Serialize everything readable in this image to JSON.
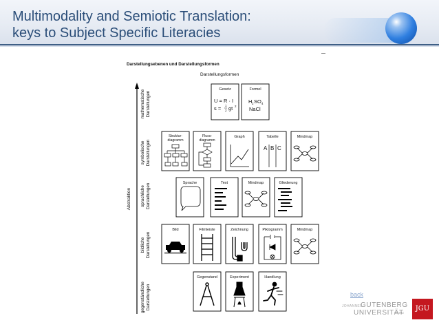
{
  "slide": {
    "title_line1": "Multimodality and Semiotic Translation:",
    "title_line2": "keys to Subject Specific Literacies",
    "back_link": "back"
  },
  "logo": {
    "small_top": "JOHANNES",
    "line1": "GUTENBERG",
    "line2": "UNIVERSITÄT",
    "small_bottom": "MAINZ",
    "badge": "JGU"
  },
  "diagram": {
    "heading": "Darstellungsebenen und Darstellungsformen",
    "subheading": "Darstellungsformen",
    "axis_label": "Abstraktion",
    "levels": {
      "mathematisch": [
        "mathematische",
        "Darstellungen"
      ],
      "symbolisch": [
        "symbolische",
        "Darstellungen"
      ],
      "sprachlich": [
        "sprachliche",
        "Darstellungen"
      ],
      "bildlich": [
        "bildliche",
        "Darstellungen"
      ],
      "gegenstaendlich": [
        "gegenständliche",
        "Darstellungen"
      ]
    },
    "cards": {
      "gesetz": "Gesetz",
      "formel": "Formel",
      "struktur": [
        "Struktur-",
        "diagramm"
      ],
      "fluss": [
        "Fluss-",
        "diagramm"
      ],
      "graph": "Graph",
      "tabelle": "Tabelle",
      "mindmap": "Mindmap",
      "sprache": "Sprache",
      "text": "Text",
      "gliederung": "Gliederung",
      "bild": "Bild",
      "filmleiste": "Filmleiste",
      "zeichnung": "Zeichnung",
      "piktogramm": "Piktogramm",
      "gegenstand": "Gegenstand",
      "experiment": "Experiment",
      "handlung": "Handlung"
    },
    "formulas": {
      "law_1": "U = R · I",
      "law_2a": "s =",
      "law_2b": "gt",
      "frac_num": "1",
      "frac_den": "2",
      "sup_2": "2",
      "chem_1a": "H",
      "chem_1b": "SO",
      "sub_2": "2",
      "sub_4": "4",
      "chem_2": "NaCl",
      "table_a": "A",
      "table_b": "B",
      "table_c": "C"
    }
  }
}
